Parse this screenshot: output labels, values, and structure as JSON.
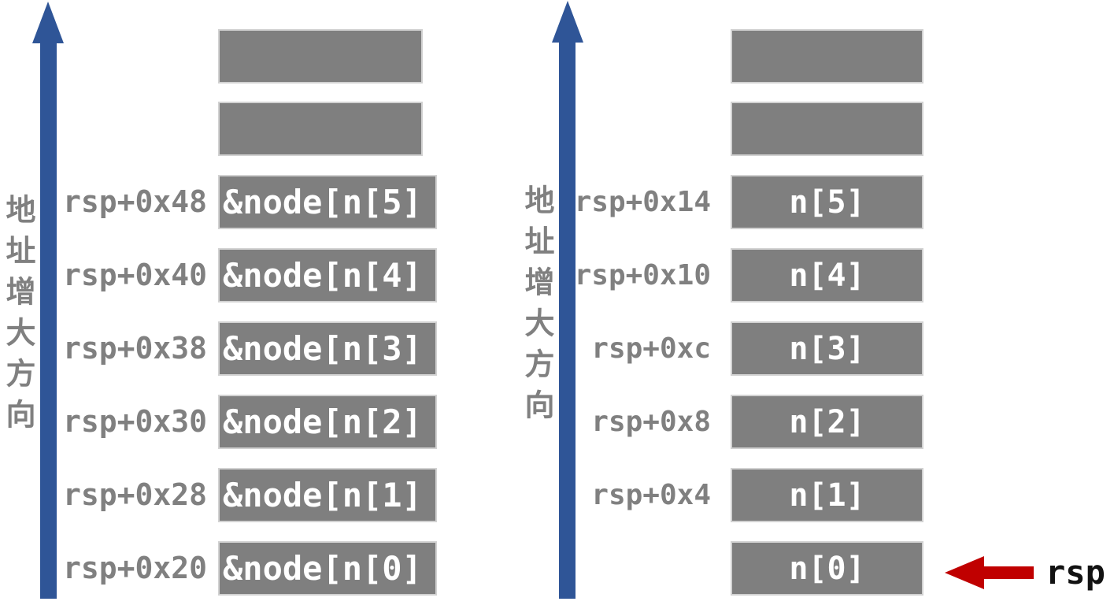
{
  "palette": {
    "arrow_blue": "#2F5597",
    "box_gray": "#7F7F7F",
    "box_border": "#D2D2D2",
    "label_gray": "#808080",
    "box_text": "#FFFFFF",
    "red": "#C00000",
    "rsp_black": "#121212"
  },
  "left_panel": {
    "axis_label": "地址增大方向",
    "rows": [
      {
        "label": "",
        "value": ""
      },
      {
        "label": "",
        "value": ""
      },
      {
        "label": "rsp+0x48",
        "value": "&node[n[5]"
      },
      {
        "label": "rsp+0x40",
        "value": "&node[n[4]"
      },
      {
        "label": "rsp+0x38",
        "value": "&node[n[3]"
      },
      {
        "label": "rsp+0x30",
        "value": "&node[n[2]"
      },
      {
        "label": "rsp+0x28",
        "value": "&node[n[1]"
      },
      {
        "label": "rsp+0x20",
        "value": "&node[n[0]"
      }
    ]
  },
  "right_panel": {
    "axis_label": "地址增大方向",
    "rows": [
      {
        "label": "",
        "value": ""
      },
      {
        "label": "",
        "value": ""
      },
      {
        "label": "rsp+0x14",
        "value": "n[5]"
      },
      {
        "label": "rsp+0x10",
        "value": "n[4]"
      },
      {
        "label": "rsp+0xc",
        "value": "n[3]"
      },
      {
        "label": "rsp+0x8",
        "value": "n[2]"
      },
      {
        "label": "rsp+0x4",
        "value": "n[1]"
      },
      {
        "label": "",
        "value": "n[0]"
      }
    ],
    "pointer_label": "rsp"
  }
}
